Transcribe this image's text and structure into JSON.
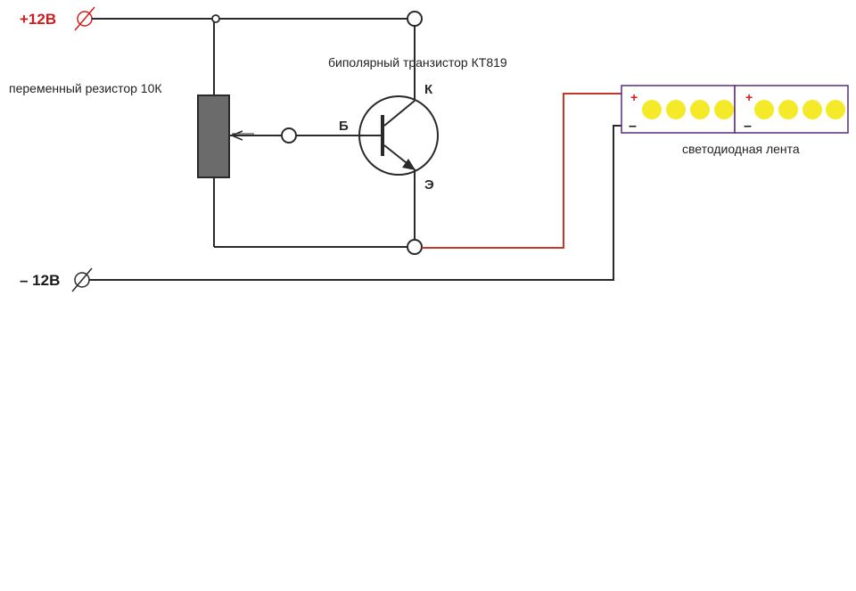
{
  "terminals": {
    "positive_label": "+12В",
    "negative_label": "– 12В"
  },
  "components": {
    "resistor_label": "переменный резистор 10К",
    "transistor_label": "биполярный транзистор КТ819",
    "led_strip_label": "светодиодная лента"
  },
  "transistor_pins": {
    "collector": "К",
    "base": "Б",
    "emitter": "Э"
  },
  "led_strip": {
    "plus_sign": "+",
    "minus_sign": "–",
    "segments": 2,
    "leds_per_segment": 4
  },
  "colors": {
    "wire": "#2a2a2a",
    "positive_wire": "#c0392b",
    "positive_label": "#cc1f1f",
    "resistor_body": "#6b6b6b",
    "led": "#f5ea2a",
    "strip_border": "#5a2a7a"
  }
}
